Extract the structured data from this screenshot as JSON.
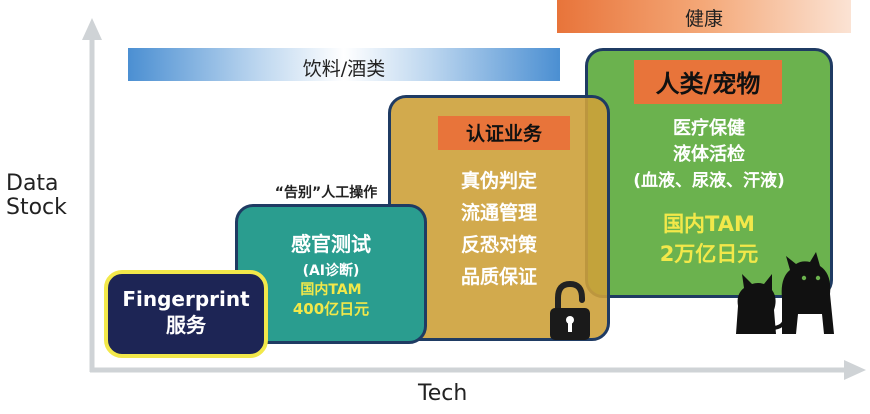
{
  "axes": {
    "y_label_line1": "Data",
    "y_label_line2": "Stock",
    "x_label": "Tech"
  },
  "bands": {
    "health": "健康",
    "beverage": "饮料/酒类"
  },
  "boxes": {
    "fingerprint": {
      "line1": "Fingerprint",
      "line2": "服务"
    },
    "sensory": {
      "caption": "“告别”人工操作",
      "title": "感官测试",
      "subtitle": "(AI诊断)",
      "tam_label": "国内TAM",
      "tam_value": "400亿日元"
    },
    "authentication": {
      "title": "认证业务",
      "items": [
        "真伪判定",
        "流通管理",
        "反恐对策",
        "品质保证"
      ]
    },
    "human_pet": {
      "title": "人类/宠物",
      "lines": [
        "医疗保健",
        "液体活检",
        "(血液、尿液、汗液)"
      ],
      "tam_label": "国内TAM",
      "tam_value": "2万亿日元"
    }
  },
  "icons": {
    "lock": "lock-icon",
    "pets": "cat-dog-silhouette-icon"
  },
  "colors": {
    "health_band": "#e8743a",
    "beverage_band": "#4b8fd2",
    "fingerprint_box": "#1d2555",
    "fingerprint_border": "#f2e84a",
    "sensory_box": "#2a9d8f",
    "auth_box": "#cda13a",
    "human_box": "#6bb24e",
    "title_highlight": "#e8743a",
    "tam_text": "#f2e84a"
  }
}
